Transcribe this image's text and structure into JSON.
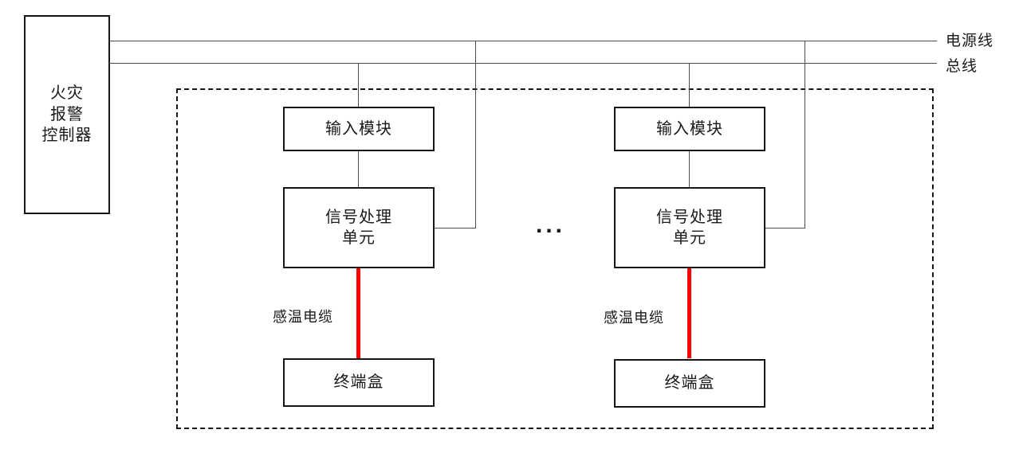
{
  "diagram": {
    "controller_label": "火灾\n报警\n控制器",
    "power_line_label": "电源线",
    "bus_line_label": "总线",
    "ellipsis": "...",
    "groups": [
      {
        "input_module": "输入模块",
        "signal_unit": "信号处理\n单元",
        "cable_label": "感温电缆",
        "terminal": "终端盒"
      },
      {
        "input_module": "输入模块",
        "signal_unit": "信号处理\n单元",
        "cable_label": "感温电缆",
        "terminal": "终端盒"
      }
    ],
    "colors": {
      "sensing_cable": "#ff0000",
      "connector_line": "#4d4d4d",
      "box_border": "#161616",
      "background": "#ffffff"
    }
  }
}
